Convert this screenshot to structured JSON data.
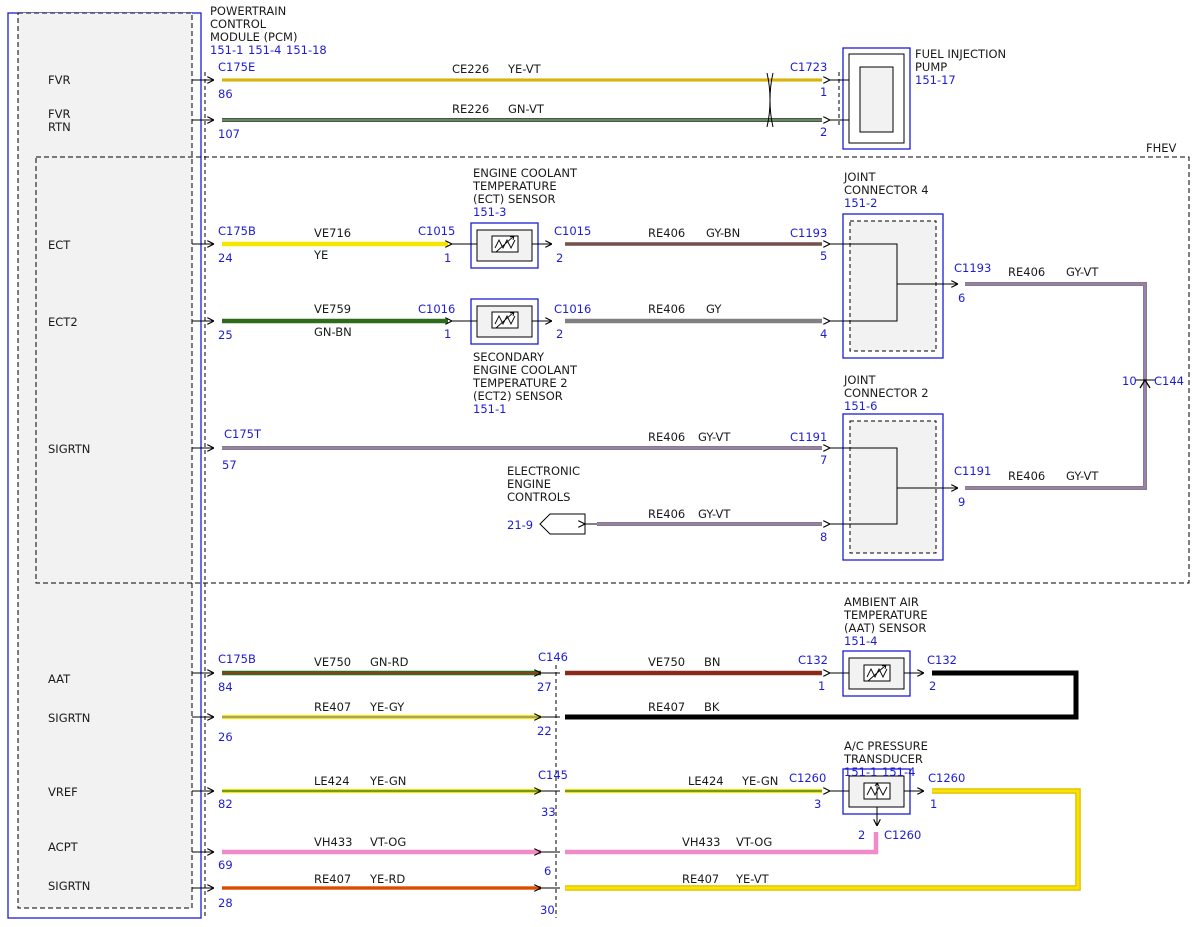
{
  "pcm": {
    "title_lines": [
      "POWERTRAIN",
      "CONTROL",
      "MODULE (PCM)"
    ],
    "refs": [
      "151-1",
      "151-4",
      "151-18"
    ],
    "pins": [
      "FVR",
      "FVR",
      "RTN",
      "ECT",
      "ECT2",
      "SIGRTN",
      "AAT",
      "SIGRTN",
      "VREF",
      "ACPT",
      "SIGRTN"
    ]
  },
  "region": {
    "label": "FHEV"
  },
  "colors": {
    "YE": "#f5e600",
    "VT": "#b07ad0",
    "GN": "#2e6b1a",
    "BN": "#8a2a1a",
    "GY": "#808080",
    "RD": "#d21f1f",
    "OG": "#e48a2a",
    "BK": "#000000",
    "PK": "#f08ac8",
    "frame_blue": "#1c1cd4"
  },
  "wires": [
    {
      "circuit": "CE226",
      "color": "YE-VT",
      "connector": "C175E",
      "pin": "86",
      "far_connector": "C1723",
      "far_pin": "1"
    },
    {
      "circuit": "RE226",
      "color": "GN-VT",
      "pin": "107",
      "far_pin": "2"
    },
    {
      "circuit": "VE716",
      "color": "YE",
      "connector": "C175B",
      "pin": "24",
      "far_connector": "C1015",
      "far_pin": "1"
    },
    {
      "circuit": "RE406",
      "color": "GY-BN",
      "connector": "C1015",
      "pin": "2",
      "far_connector": "C1193",
      "far_pin": "5"
    },
    {
      "circuit": "VE759",
      "color": "GN-BN",
      "pin": "25",
      "far_connector": "C1016",
      "far_pin": "1"
    },
    {
      "circuit": "RE406",
      "color": "GY",
      "connector": "C1016",
      "pin": "2",
      "far_pin": "4"
    },
    {
      "circuit": "RE406",
      "color": "GY-VT",
      "connector": "C1193",
      "pin": "6"
    },
    {
      "circuit": "RE406",
      "color": "GY-VT",
      "connector": "C175T",
      "pin": "57",
      "far_connector": "C1191",
      "far_pin": "7"
    },
    {
      "circuit": "RE406",
      "color": "GY-VT",
      "connector": "C1191",
      "pin": "9"
    },
    {
      "circuit": "RE406",
      "color": "GY-VT",
      "ref": "21-9",
      "far_pin": "8"
    },
    {
      "circuit": "VE750",
      "color": "GN-RD",
      "connector": "C175B",
      "pin": "84",
      "far_connector": "C146",
      "far_pin": "27"
    },
    {
      "circuit": "VE750",
      "color": "BN",
      "far_connector": "C132",
      "far_pin": "1"
    },
    {
      "circuit": "RE407",
      "color": "YE-GY",
      "pin": "26",
      "far_pin": "22"
    },
    {
      "circuit": "RE407",
      "color": "BK",
      "connector": "C132",
      "pin": "2"
    },
    {
      "circuit": "LE424",
      "color": "YE-GN",
      "pin": "82",
      "far_connector": "C145",
      "far_pin": "33"
    },
    {
      "circuit": "LE424",
      "color": "YE-GN",
      "far_connector": "C1260",
      "far_pin": "3"
    },
    {
      "circuit": "VH433",
      "color": "VT-OG",
      "pin": "69",
      "far_pin": "6"
    },
    {
      "circuit": "VH433",
      "color": "VT-OG",
      "connector": "C1260",
      "pin": "2"
    },
    {
      "circuit": "RE407",
      "color": "YE-RD",
      "pin": "28",
      "far_pin": "30"
    },
    {
      "circuit": "RE407",
      "color": "YE-VT",
      "connector": "C1260",
      "pin": "1"
    }
  ],
  "splice": {
    "connector": "C144",
    "pin": "10"
  },
  "components": {
    "fuel_pump": {
      "title_lines": [
        "FUEL INJECTION",
        "PUMP"
      ],
      "ref": "151-17"
    },
    "ect_sensor": {
      "title_lines": [
        "ENGINE COOLANT",
        "TEMPERATURE",
        "(ECT) SENSOR"
      ],
      "ref": "151-3"
    },
    "ect2_sensor": {
      "title_lines": [
        "SECONDARY",
        "ENGINE COOLANT",
        "TEMPERATURE 2",
        "(ECT2) SENSOR"
      ],
      "ref": "151-1"
    },
    "joint4": {
      "title_lines": [
        "JOINT",
        "CONNECTOR 4"
      ],
      "ref": "151-2"
    },
    "joint2": {
      "title_lines": [
        "JOINT",
        "CONNECTOR 2"
      ],
      "ref": "151-6"
    },
    "eec": {
      "title_lines": [
        "ELECTRONIC",
        "ENGINE",
        "CONTROLS"
      ],
      "ref": "21-9"
    },
    "aat_sensor": {
      "title_lines": [
        "AMBIENT AIR",
        "TEMPERATURE",
        "(AAT) SENSOR"
      ],
      "ref": "151-4"
    },
    "acpt": {
      "title_lines": [
        "A/C PRESSURE",
        "TRANSDUCER"
      ],
      "refs": [
        "151-1",
        "151-4"
      ]
    }
  }
}
